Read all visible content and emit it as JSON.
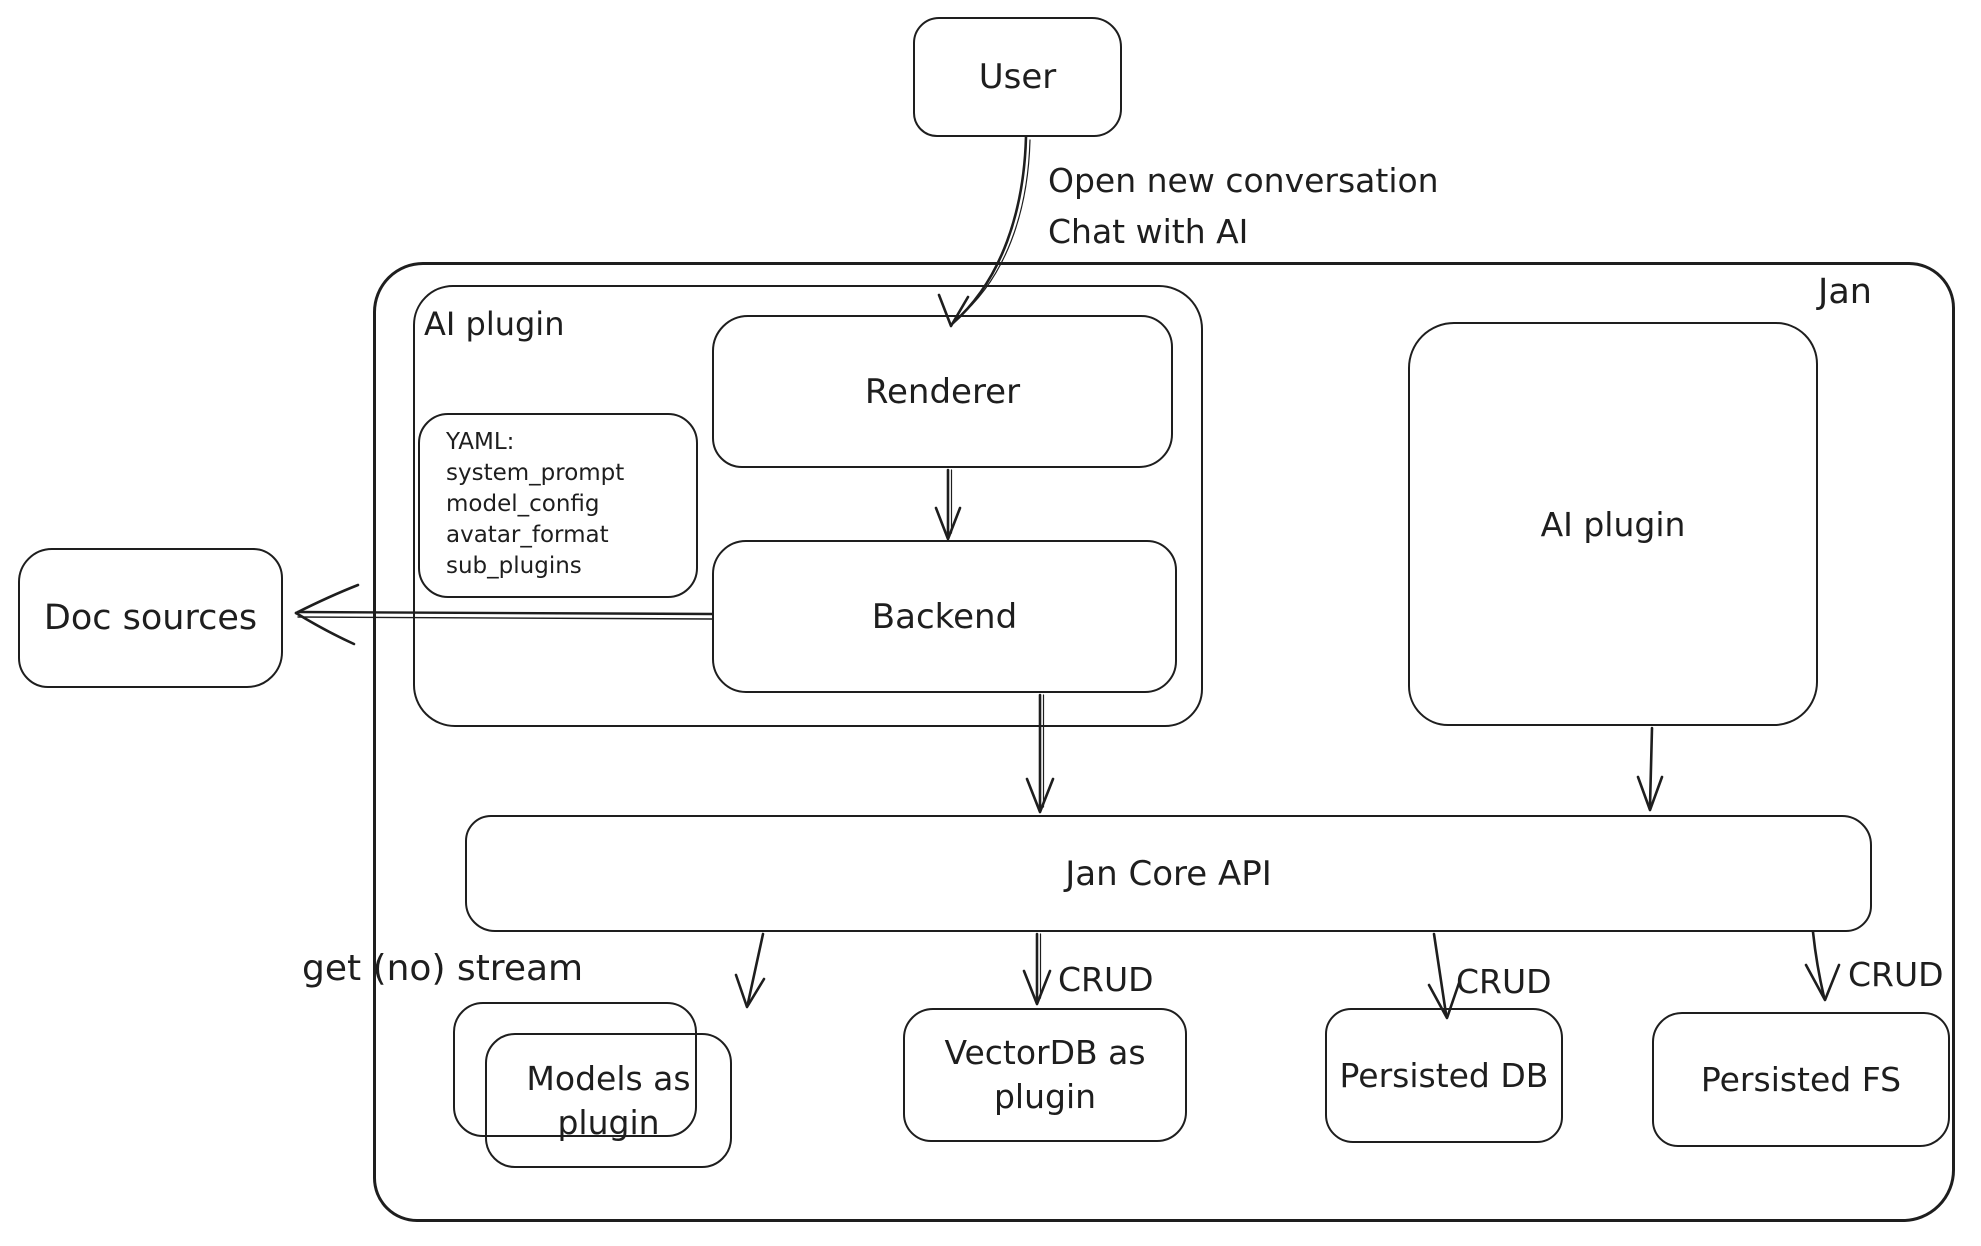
{
  "colors": {
    "stroke": "#1e1e1e",
    "background": "#ffffff"
  },
  "nodes": {
    "user": "User",
    "jan": "Jan",
    "ai_plugin_left": "AI plugin",
    "renderer": "Renderer",
    "backend": "Backend",
    "doc_sources": "Doc sources",
    "ai_plugin_right": "AI plugin",
    "jan_core_api": "Jan Core API",
    "models_as_plugin": "Models as plugin",
    "vectordb_as_plugin": "VectorDB as plugin",
    "persisted_db": "Persisted DB",
    "persisted_fs": "Persisted FS"
  },
  "yaml": {
    "title": "YAML:",
    "lines": [
      "system_prompt",
      "model_config",
      "avatar_format",
      "sub_plugins"
    ]
  },
  "edge_labels": {
    "open_conversation": "Open new conversation",
    "chat_with_ai": "Chat with AI",
    "get_no_stream": "get (no) stream",
    "crud_vectordb": "CRUD",
    "crud_persisted_db": "CRUD",
    "crud_persisted_fs": "CRUD"
  }
}
